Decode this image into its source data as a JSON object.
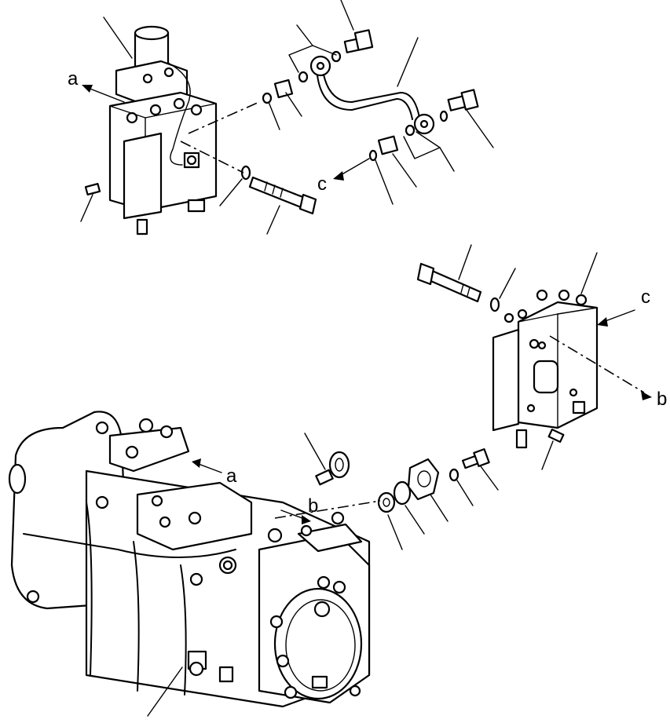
{
  "labels": {
    "a_top": "a",
    "a_bottom": "a",
    "b_right": "b",
    "b_bottom": "b",
    "c_left": "c",
    "c_right": "c"
  },
  "colors": {
    "ink": "#000000",
    "paper": "#ffffff"
  }
}
